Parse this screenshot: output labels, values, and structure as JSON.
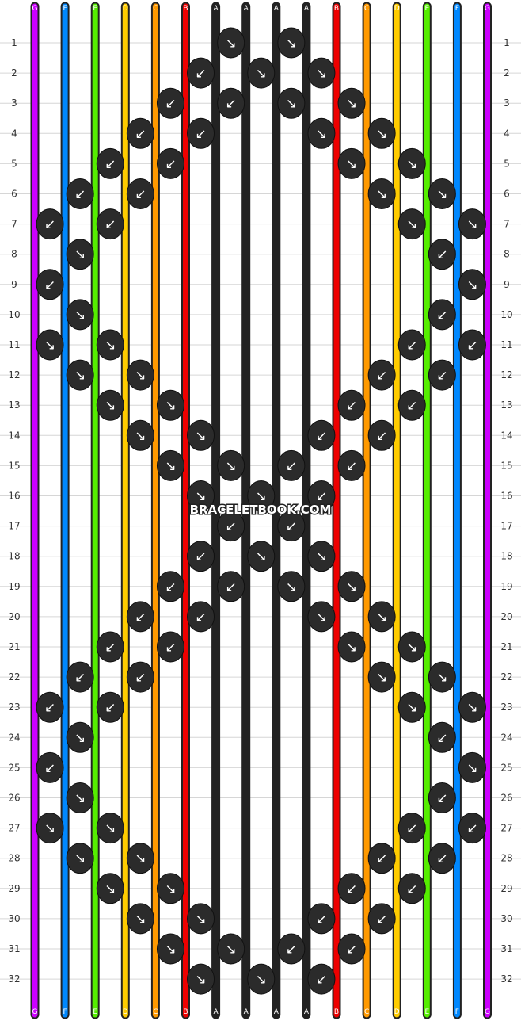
{
  "watermark": "BRACELETBOOK.COM",
  "strand_colors": {
    "A": "#222222",
    "B": "#ee0000",
    "C": "#ff9900",
    "D": "#ffcc00",
    "E": "#55ee00",
    "F": "#0088ff",
    "G": "#cc00ff"
  },
  "strands": [
    "G",
    "F",
    "E",
    "D",
    "C",
    "B",
    "A",
    "A",
    "A",
    "A",
    "B",
    "C",
    "D",
    "E",
    "F",
    "G"
  ],
  "rows": [
    "1",
    "2",
    "3",
    "4",
    "5",
    "6",
    "7",
    "8",
    "9",
    "10",
    "11",
    "12",
    "13",
    "14",
    "15",
    "16",
    "17",
    "18",
    "19",
    "20",
    "21",
    "22",
    "23",
    "24",
    "25",
    "26",
    "27",
    "28",
    "29",
    "30",
    "31",
    "32"
  ],
  "pattern_symmetry": "mirror",
  "knot_color": "#2b2b2b",
  "knot_rows": [
    {
      "row": "1",
      "knots": [
        {
          "col": 7,
          "dir": "↘"
        },
        {
          "col": 9,
          "dir": "↘"
        }
      ]
    },
    {
      "row": "2",
      "knots": [
        {
          "col": 6,
          "dir": "↙"
        },
        {
          "col": 8,
          "dir": "↘"
        },
        {
          "col": 10,
          "dir": "↘"
        }
      ]
    },
    {
      "row": "3",
      "knots": [
        {
          "col": 5,
          "dir": "↙"
        },
        {
          "col": 7,
          "dir": "↙"
        },
        {
          "col": 9,
          "dir": "↘"
        },
        {
          "col": 11,
          "dir": "↘"
        }
      ]
    },
    {
      "row": "4",
      "knots": [
        {
          "col": 4,
          "dir": "↙"
        },
        {
          "col": 6,
          "dir": "↙"
        },
        {
          "col": 10,
          "dir": "↘"
        },
        {
          "col": 12,
          "dir": "↘"
        }
      ]
    },
    {
      "row": "5",
      "knots": [
        {
          "col": 3,
          "dir": "↙"
        },
        {
          "col": 5,
          "dir": "↙"
        },
        {
          "col": 11,
          "dir": "↘"
        },
        {
          "col": 13,
          "dir": "↘"
        }
      ]
    },
    {
      "row": "6",
      "knots": [
        {
          "col": 2,
          "dir": "↙"
        },
        {
          "col": 4,
          "dir": "↙"
        },
        {
          "col": 12,
          "dir": "↘"
        },
        {
          "col": 14,
          "dir": "↘"
        }
      ]
    },
    {
      "row": "7",
      "knots": [
        {
          "col": 1,
          "dir": "↙"
        },
        {
          "col": 3,
          "dir": "↙"
        },
        {
          "col": 13,
          "dir": "↘"
        },
        {
          "col": 15,
          "dir": "↘"
        }
      ]
    },
    {
      "row": "8",
      "knots": [
        {
          "col": 2,
          "dir": "↘"
        },
        {
          "col": 14,
          "dir": "↙"
        }
      ]
    },
    {
      "row": "9",
      "knots": [
        {
          "col": 1,
          "dir": "↙"
        },
        {
          "col": 15,
          "dir": "↘"
        }
      ]
    },
    {
      "row": "10",
      "knots": [
        {
          "col": 2,
          "dir": "↘"
        },
        {
          "col": 14,
          "dir": "↙"
        }
      ]
    },
    {
      "row": "11",
      "knots": [
        {
          "col": 1,
          "dir": "↘"
        },
        {
          "col": 3,
          "dir": "↘"
        },
        {
          "col": 13,
          "dir": "↙"
        },
        {
          "col": 15,
          "dir": "↙"
        }
      ]
    },
    {
      "row": "12",
      "knots": [
        {
          "col": 2,
          "dir": "↘"
        },
        {
          "col": 4,
          "dir": "↘"
        },
        {
          "col": 12,
          "dir": "↙"
        },
        {
          "col": 14,
          "dir": "↙"
        }
      ]
    },
    {
      "row": "13",
      "knots": [
        {
          "col": 3,
          "dir": "↘"
        },
        {
          "col": 5,
          "dir": "↘"
        },
        {
          "col": 11,
          "dir": "↙"
        },
        {
          "col": 13,
          "dir": "↙"
        }
      ]
    },
    {
      "row": "14",
      "knots": [
        {
          "col": 4,
          "dir": "↘"
        },
        {
          "col": 6,
          "dir": "↘"
        },
        {
          "col": 10,
          "dir": "↙"
        },
        {
          "col": 12,
          "dir": "↙"
        }
      ]
    },
    {
      "row": "15",
      "knots": [
        {
          "col": 5,
          "dir": "↘"
        },
        {
          "col": 7,
          "dir": "↘"
        },
        {
          "col": 9,
          "dir": "↙"
        },
        {
          "col": 11,
          "dir": "↙"
        }
      ]
    },
    {
      "row": "16",
      "knots": [
        {
          "col": 6,
          "dir": "↘"
        },
        {
          "col": 8,
          "dir": "↘"
        },
        {
          "col": 10,
          "dir": "↙"
        }
      ]
    },
    {
      "row": "17",
      "knots": [
        {
          "col": 7,
          "dir": "↙"
        },
        {
          "col": 9,
          "dir": "↙"
        }
      ]
    },
    {
      "row": "18",
      "knots": [
        {
          "col": 6,
          "dir": "↙"
        },
        {
          "col": 8,
          "dir": "↘"
        },
        {
          "col": 10,
          "dir": "↘"
        }
      ]
    },
    {
      "row": "19",
      "knots": [
        {
          "col": 5,
          "dir": "↙"
        },
        {
          "col": 7,
          "dir": "↙"
        },
        {
          "col": 9,
          "dir": "↘"
        },
        {
          "col": 11,
          "dir": "↘"
        }
      ]
    },
    {
      "row": "20",
      "knots": [
        {
          "col": 4,
          "dir": "↙"
        },
        {
          "col": 6,
          "dir": "↙"
        },
        {
          "col": 10,
          "dir": "↘"
        },
        {
          "col": 12,
          "dir": "↘"
        }
      ]
    },
    {
      "row": "21",
      "knots": [
        {
          "col": 3,
          "dir": "↙"
        },
        {
          "col": 5,
          "dir": "↙"
        },
        {
          "col": 11,
          "dir": "↘"
        },
        {
          "col": 13,
          "dir": "↘"
        }
      ]
    },
    {
      "row": "22",
      "knots": [
        {
          "col": 2,
          "dir": "↙"
        },
        {
          "col": 4,
          "dir": "↙"
        },
        {
          "col": 12,
          "dir": "↘"
        },
        {
          "col": 14,
          "dir": "↘"
        }
      ]
    },
    {
      "row": "23",
      "knots": [
        {
          "col": 1,
          "dir": "↙"
        },
        {
          "col": 3,
          "dir": "↙"
        },
        {
          "col": 13,
          "dir": "↘"
        },
        {
          "col": 15,
          "dir": "↘"
        }
      ]
    },
    {
      "row": "24",
      "knots": [
        {
          "col": 2,
          "dir": "↘"
        },
        {
          "col": 14,
          "dir": "↙"
        }
      ]
    },
    {
      "row": "25",
      "knots": [
        {
          "col": 1,
          "dir": "↙"
        },
        {
          "col": 15,
          "dir": "↘"
        }
      ]
    },
    {
      "row": "26",
      "knots": [
        {
          "col": 2,
          "dir": "↘"
        },
        {
          "col": 14,
          "dir": "↙"
        }
      ]
    },
    {
      "row": "27",
      "knots": [
        {
          "col": 1,
          "dir": "↘"
        },
        {
          "col": 3,
          "dir": "↘"
        },
        {
          "col": 13,
          "dir": "↙"
        },
        {
          "col": 15,
          "dir": "↙"
        }
      ]
    },
    {
      "row": "28",
      "knots": [
        {
          "col": 2,
          "dir": "↘"
        },
        {
          "col": 4,
          "dir": "↘"
        },
        {
          "col": 12,
          "dir": "↙"
        },
        {
          "col": 14,
          "dir": "↙"
        }
      ]
    },
    {
      "row": "29",
      "knots": [
        {
          "col": 3,
          "dir": "↘"
        },
        {
          "col": 5,
          "dir": "↘"
        },
        {
          "col": 11,
          "dir": "↙"
        },
        {
          "col": 13,
          "dir": "↙"
        }
      ]
    },
    {
      "row": "30",
      "knots": [
        {
          "col": 4,
          "dir": "↘"
        },
        {
          "col": 6,
          "dir": "↘"
        },
        {
          "col": 10,
          "dir": "↙"
        },
        {
          "col": 12,
          "dir": "↙"
        }
      ]
    },
    {
      "row": "31",
      "knots": [
        {
          "col": 5,
          "dir": "↘"
        },
        {
          "col": 7,
          "dir": "↘"
        },
        {
          "col": 9,
          "dir": "↙"
        },
        {
          "col": 11,
          "dir": "↙"
        }
      ]
    },
    {
      "row": "32",
      "knots": [
        {
          "col": 6,
          "dir": "↘"
        },
        {
          "col": 8,
          "dir": "↘"
        },
        {
          "col": 10,
          "dir": "↙"
        }
      ]
    }
  ]
}
